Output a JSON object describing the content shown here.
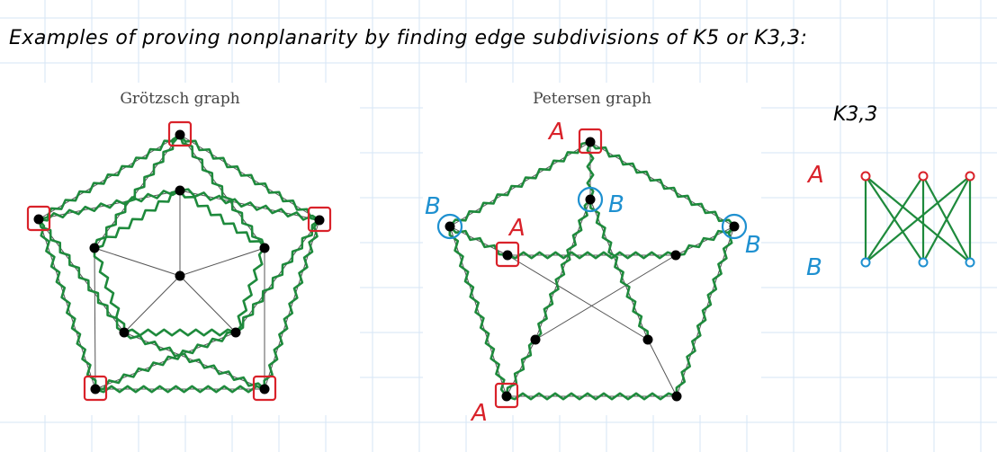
{
  "heading": "Examples of proving nonplanarity by finding edge subdivisions of K5 or K3,3:",
  "grotzsch": {
    "title": "Grötzsch graph"
  },
  "petersen": {
    "title": "Petersen graph",
    "labels": {
      "top_outer": "A",
      "top_inner": "B",
      "left_outer": "B",
      "left_inner": "A",
      "right_outer": "B",
      "bottom_left": "A"
    }
  },
  "k33": {
    "title": "K3,3",
    "row_a": "A",
    "row_b": "B"
  },
  "colors": {
    "highlight_edge": "#1e8a3c",
    "k5_marker": "#d9222a",
    "k33_a": "#d9222a",
    "k33_b": "#1e90d0",
    "vertex": "#000000",
    "edge": "#555555",
    "grid": "#d6e6f5"
  }
}
